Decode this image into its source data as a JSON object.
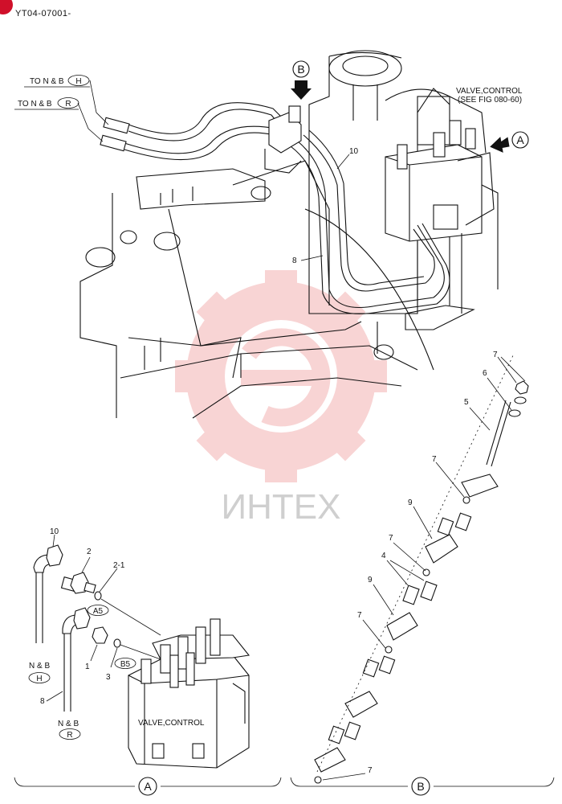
{
  "drawing_code": "YT04-07001-",
  "watermark_text": "ИНТЕХ",
  "valve_caption_top": [
    "VALVE,CONTROL",
    "(SEE FIG 080-60)"
  ],
  "valve_caption_bottom": "VALVE,CONTROL",
  "hose_targets": [
    {
      "prefix": "TO N & B",
      "badge": "H"
    },
    {
      "prefix": "TO N & B",
      "badge": "R"
    }
  ],
  "nb_labels": [
    {
      "prefix": "N & B",
      "badge": "H"
    },
    {
      "prefix": "N & B",
      "badge": "R"
    }
  ],
  "view_markers": [
    "B",
    "A"
  ],
  "section_labels": [
    "A",
    "B"
  ],
  "port_badges": [
    "A5",
    "B5"
  ],
  "part_callouts": [
    "10",
    "8",
    "7",
    "6",
    "5",
    "7",
    "9",
    "7",
    "4",
    "9",
    "7",
    "7",
    "10",
    "2",
    "2-1",
    "1",
    "3",
    "8"
  ],
  "colors": {
    "line": "#111111",
    "watermark": "#f3b2b2",
    "corner_badge": "#d0102a"
  }
}
